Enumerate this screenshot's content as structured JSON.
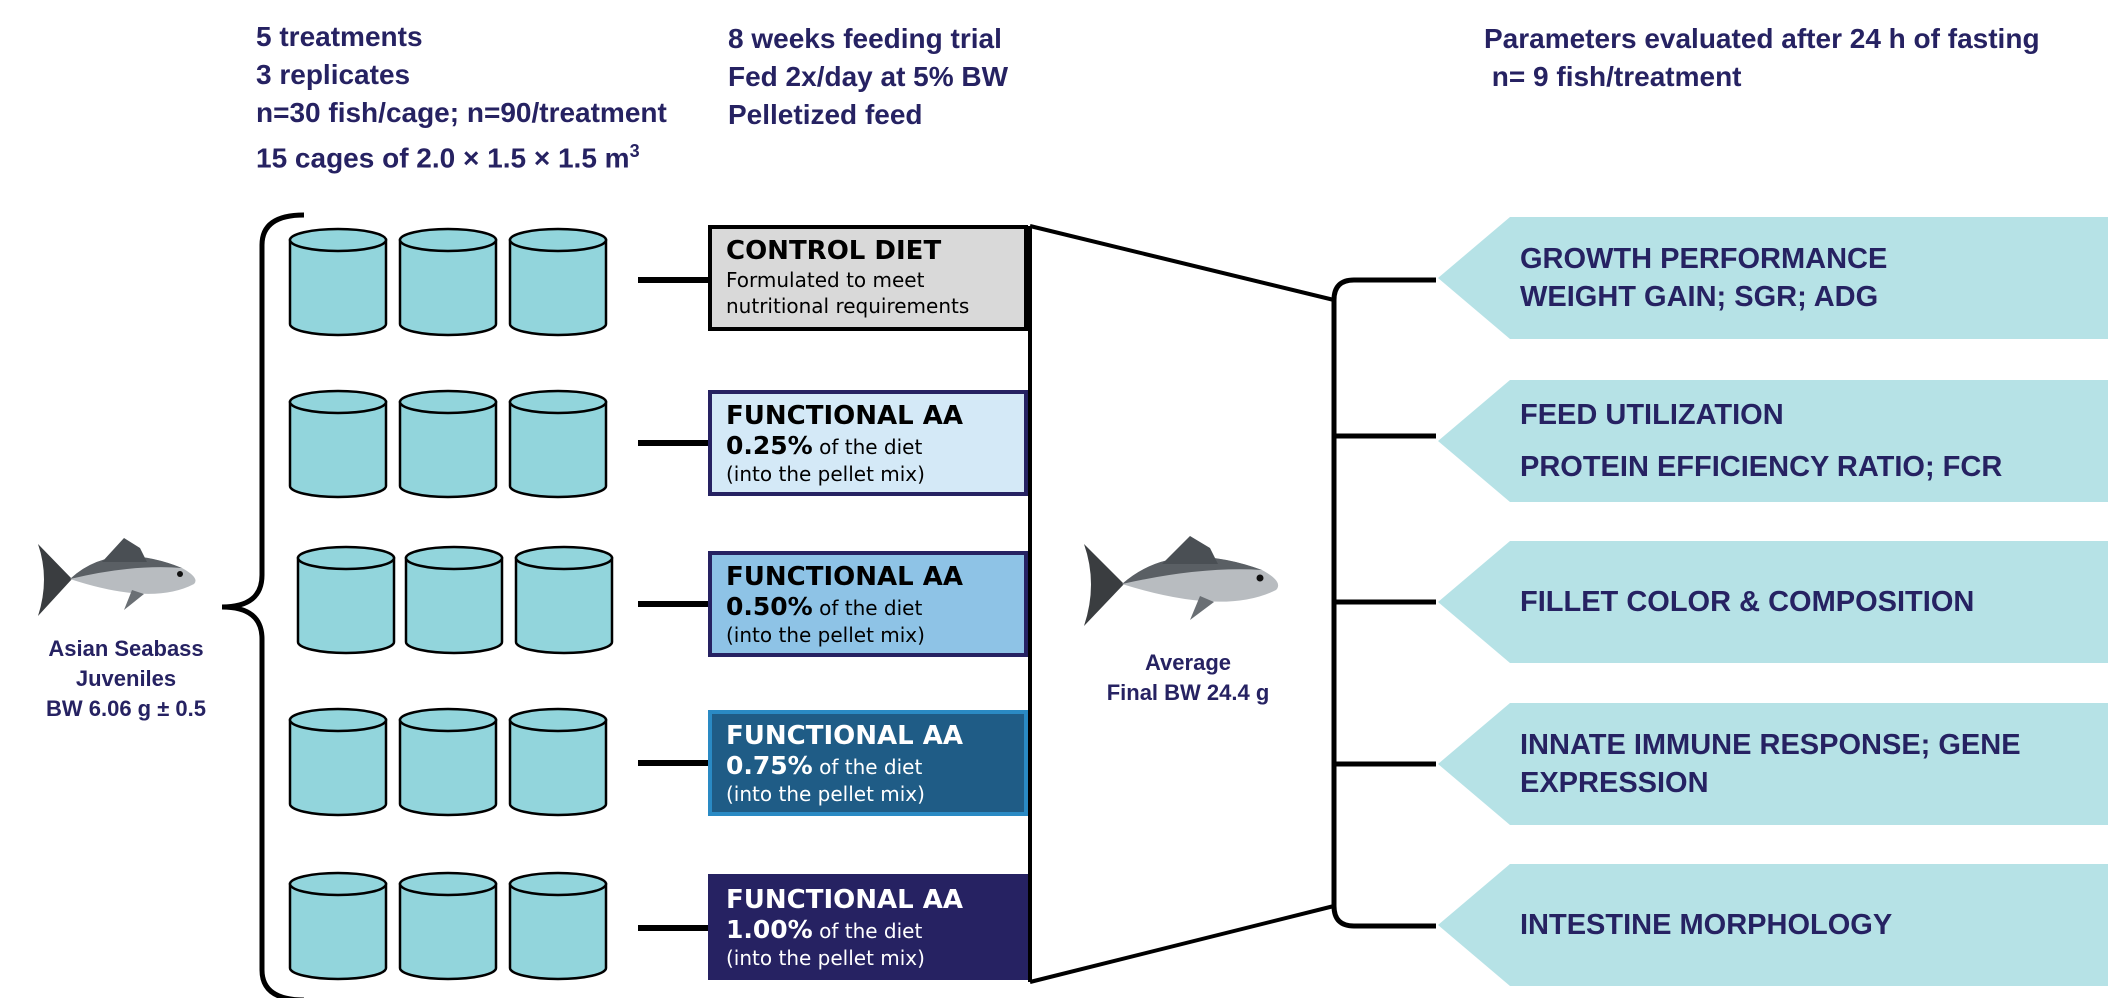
{
  "header": {
    "left": [
      "5 treatments",
      "3 replicates",
      "n=30 fish/cage; n=90/treatment",
      "15 cages of 2.0 × 1.5 × 1.5 m",
      "3"
    ],
    "middle": [
      "8 weeks feeding trial",
      "Fed 2x/day at 5% BW",
      "Pelletized feed"
    ],
    "right": [
      "Parameters evaluated after 24 h of fasting",
      " n= 9 fish/treatment"
    ]
  },
  "start_fish": {
    "icon": "seabass-fish-icon",
    "line1": "Asian Seabass",
    "line2": "Juveniles",
    "line3": "BW 6.06 g ± 0.5"
  },
  "end_fish": {
    "icon": "seabass-fish-icon",
    "line1": "Average",
    "line2": "Final BW 24.4 g"
  },
  "diets": [
    {
      "title": "CONTROL DIET",
      "pct": "",
      "pct_suffix": "",
      "line2": "Formulated to meet",
      "line3": "nutritional requirements",
      "bg": "#d9d9d9",
      "fg": "#000000",
      "border": "#000000"
    },
    {
      "title": "FUNCTIONAL AA",
      "pct": "0.25%",
      "pct_suffix": " of the diet",
      "line3": "(into the pellet mix)",
      "bg": "#d4e9f7",
      "fg": "#000000",
      "border": "#262262"
    },
    {
      "title": "FUNCTIONAL AA",
      "pct": "0.50%",
      "pct_suffix": " of the diet",
      "line3": "(into the pellet mix)",
      "bg": "#8ec3e6",
      "fg": "#000000",
      "border": "#262262"
    },
    {
      "title": "FUNCTIONAL AA",
      "pct": "0.75%",
      "pct_suffix": " of the diet",
      "line3": "(into the pellet mix)",
      "bg": "#1f5c86",
      "fg": "#ffffff",
      "border": "#2a8ac4"
    },
    {
      "title": "FUNCTIONAL AA",
      "pct": "1.00%",
      "pct_suffix": " of the diet",
      "line3": "(into the pellet mix)",
      "bg": "#262262",
      "fg": "#ffffff",
      "border": "#262262"
    }
  ],
  "parameters": [
    {
      "line1": "GROWTH PERFORMANCE",
      "line2": "WEIGHT GAIN; SGR; ADG"
    },
    {
      "line1": "FEED UTILIZATION",
      "line2": "PROTEIN EFFICIENCY RATIO; FCR"
    },
    {
      "line1": "FILLET COLOR & COMPOSITION",
      "line2": ""
    },
    {
      "line1": "INNATE IMMUNE RESPONSE; GENE",
      "line2": "EXPRESSION"
    },
    {
      "line1": "INTESTINE MORPHOLOGY",
      "line2": ""
    }
  ],
  "colors": {
    "text": "#262262",
    "cage": "#92d5dc",
    "param_bg": "#b6e2e6"
  }
}
